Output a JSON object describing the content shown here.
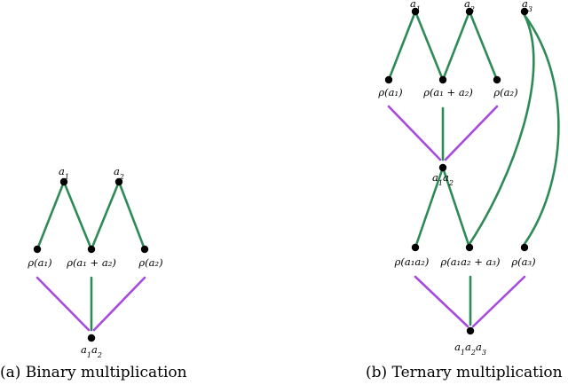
{
  "colors": {
    "green_edge": "#2e8b57",
    "purple_edge": "#a64ae0",
    "node": "#000000"
  },
  "panels": [
    {
      "caption": "(a) Binary multiplication",
      "nodes": [
        {
          "id": "a1",
          "base": "a",
          "subs": [
            "1"
          ]
        },
        {
          "id": "a2",
          "base": "a",
          "subs": [
            "2"
          ]
        },
        {
          "id": "r1",
          "text": "ρ(a₁)"
        },
        {
          "id": "r12",
          "text": "ρ(a₁ + a₂)"
        },
        {
          "id": "r2",
          "text": "ρ(a₂)"
        },
        {
          "id": "prod",
          "base": "a",
          "subs": [
            "1",
            "2"
          ]
        }
      ]
    },
    {
      "caption": "(b) Ternary multiplication",
      "nodes": [
        {
          "id": "a1",
          "base": "a",
          "subs": [
            "1"
          ]
        },
        {
          "id": "a2",
          "base": "a",
          "subs": [
            "2"
          ]
        },
        {
          "id": "a3",
          "base": "a",
          "subs": [
            "3"
          ]
        },
        {
          "id": "r1",
          "text": "ρ(a₁)"
        },
        {
          "id": "r12",
          "text": "ρ(a₁ + a₂)"
        },
        {
          "id": "r2",
          "text": "ρ(a₂)"
        },
        {
          "id": "p12",
          "base": "a",
          "subs": [
            "1",
            "2"
          ]
        },
        {
          "id": "rp12",
          "text": "ρ(a₁a₂)"
        },
        {
          "id": "rp123",
          "text": "ρ(a₁a₂ + a₃)"
        },
        {
          "id": "r3",
          "text": "ρ(a₃)"
        },
        {
          "id": "p123",
          "base": "a",
          "subs": [
            "1",
            "2",
            "3"
          ]
        }
      ]
    }
  ]
}
